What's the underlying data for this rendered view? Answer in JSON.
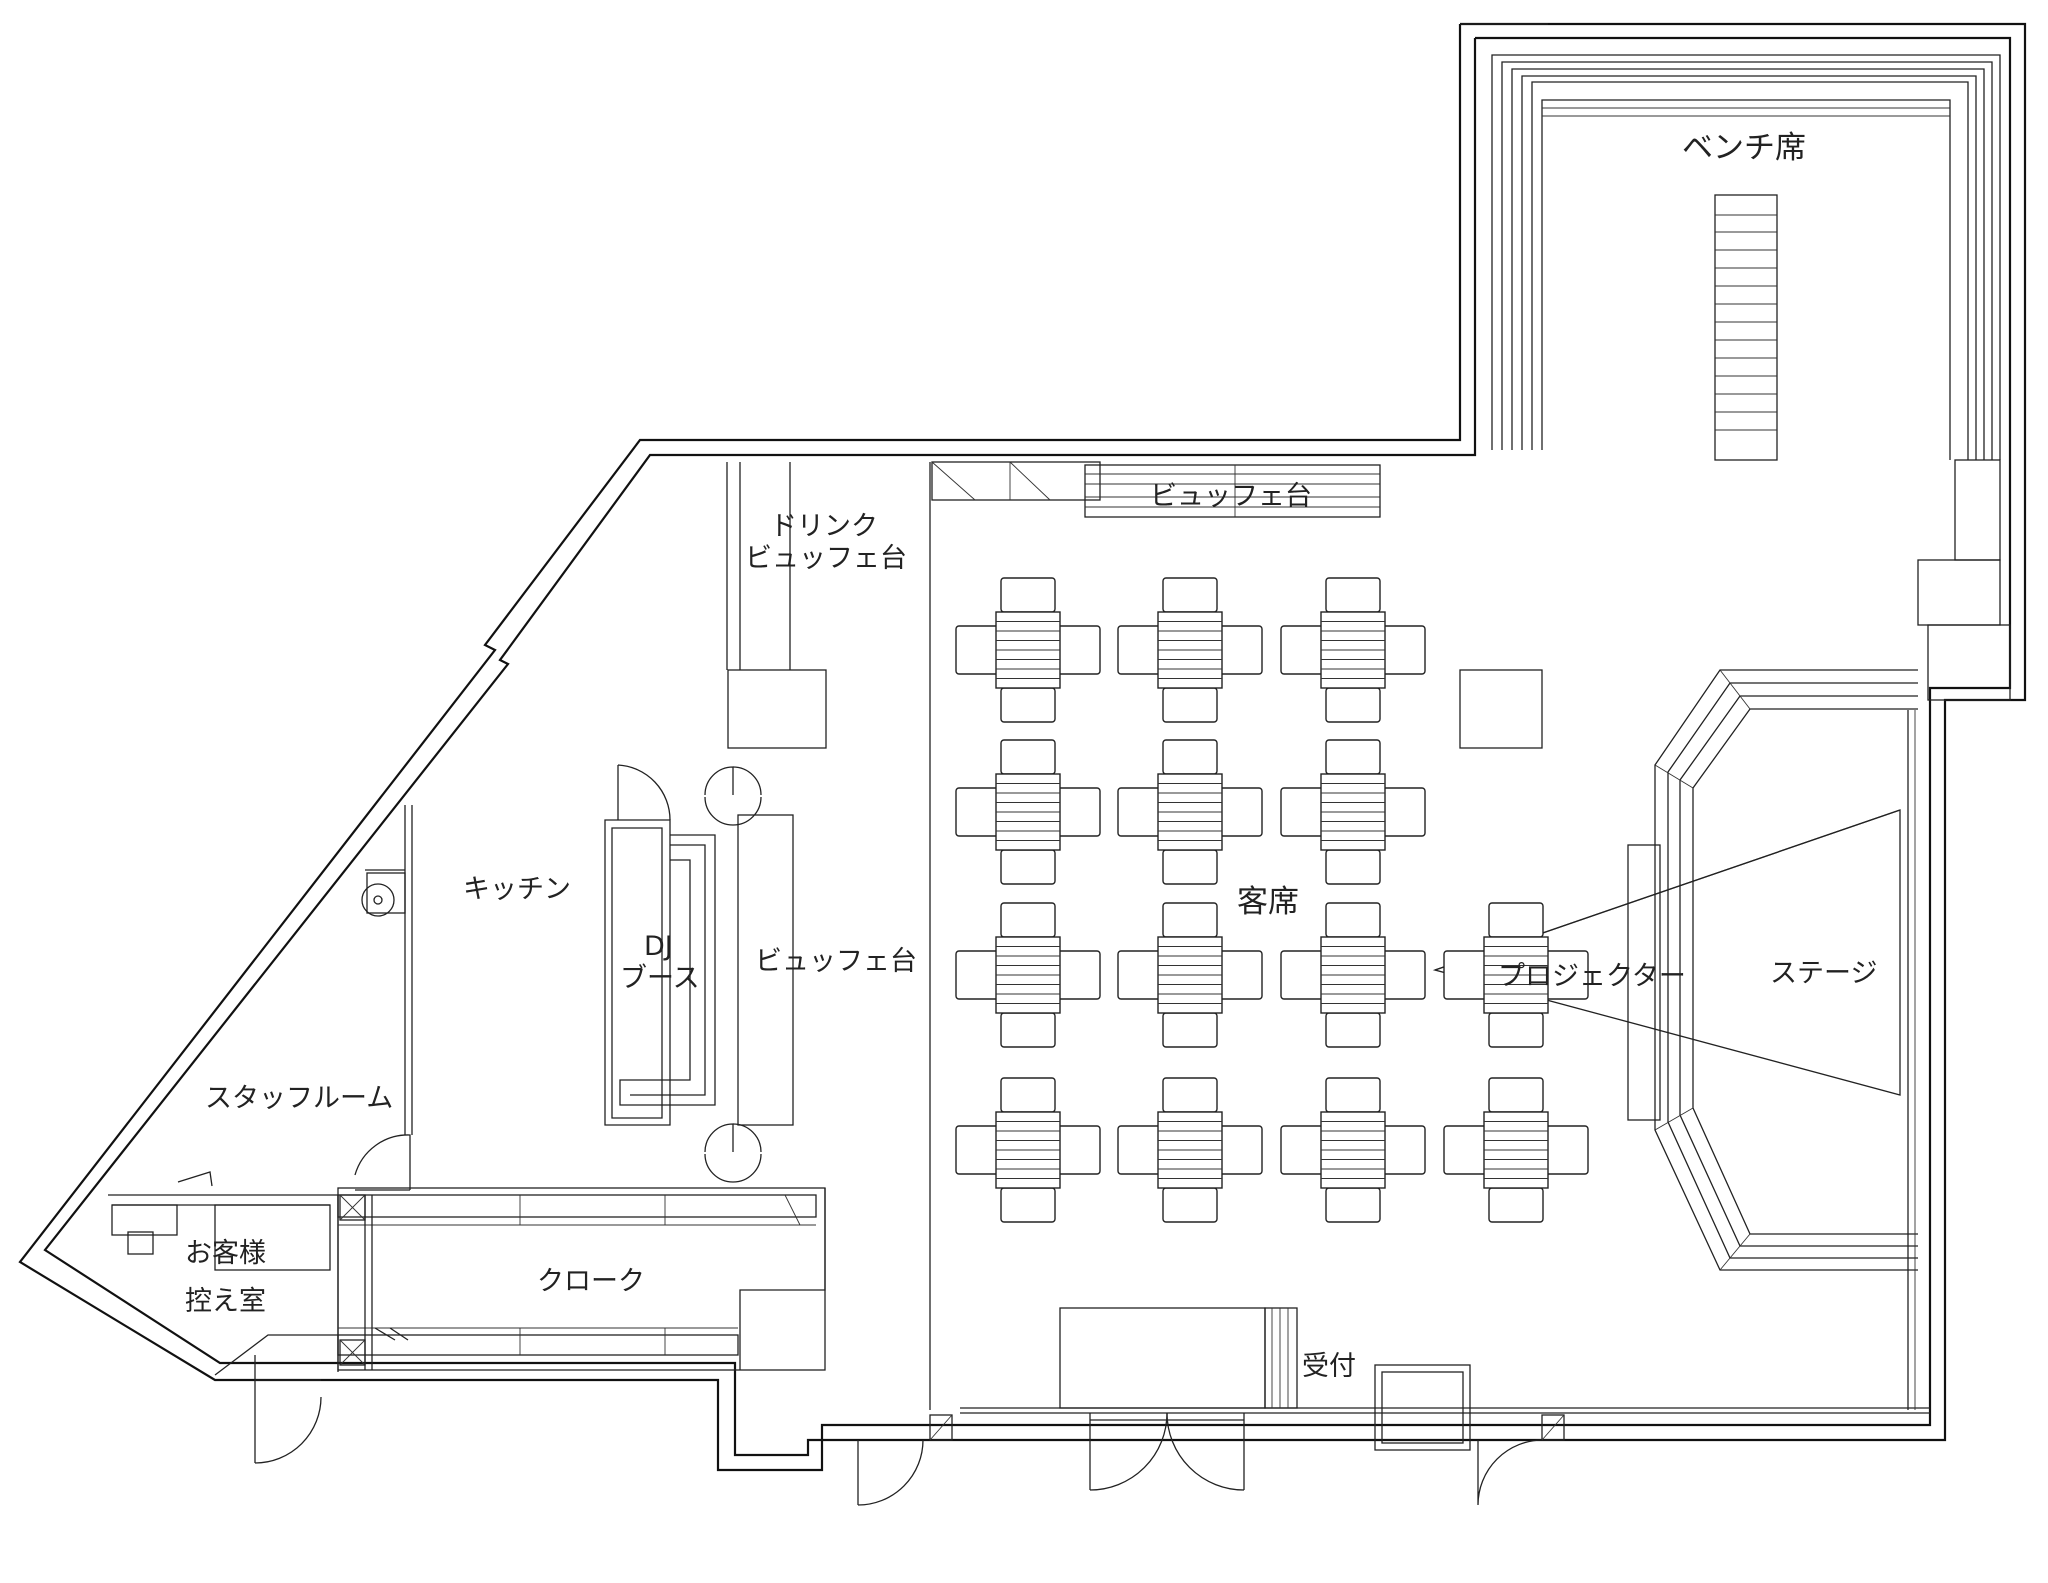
{
  "labels": {
    "bench": "ベンチ席",
    "buffet_top": "ビュッフェ台",
    "drink_line1": "ドリンク",
    "drink_line2": "ビュッフェ台",
    "kitchen": "キッチン",
    "dj_line1": "DJ",
    "dj_line2": "ブース",
    "buffet_mid": "ビュッフェ台",
    "seats": "客席",
    "projector": "プロジェクター",
    "stage": "ステージ",
    "staff": "スタッフルーム",
    "guest_line1": "お客様",
    "guest_line2": "控え室",
    "cloak": "クローク",
    "reception": "受付"
  }
}
